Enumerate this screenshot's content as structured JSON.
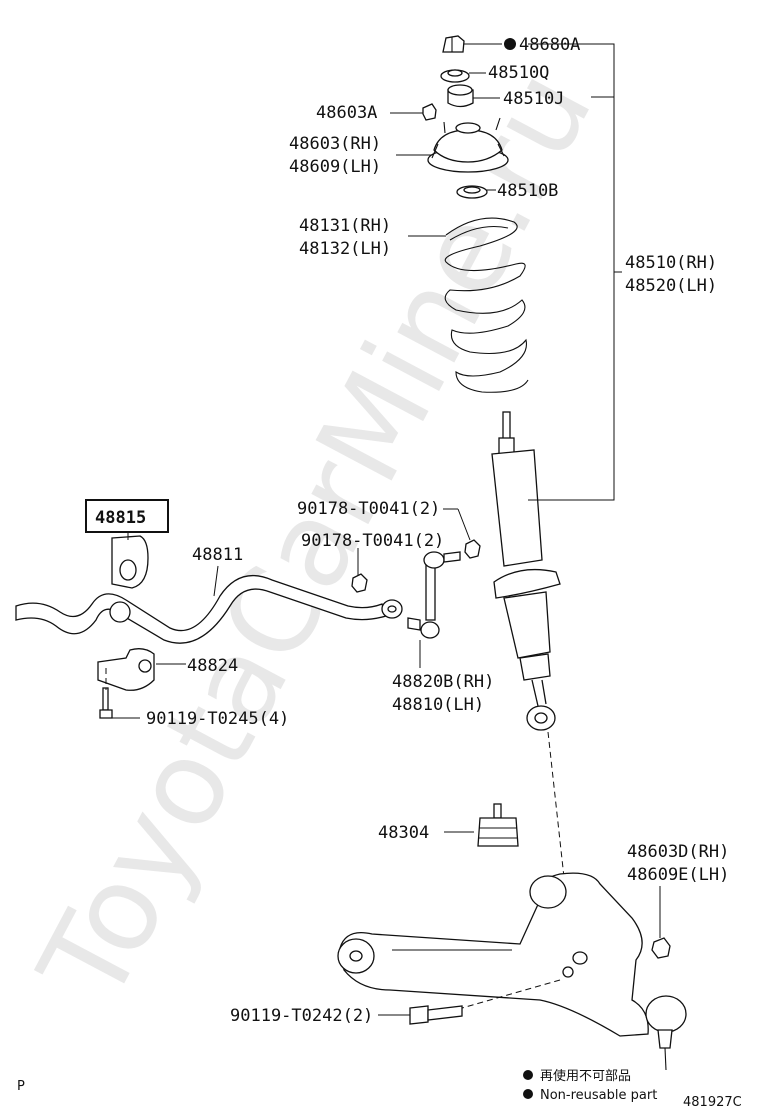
{
  "labels": {
    "p48680A": "48680A",
    "p48510Q": "48510Q",
    "p48510J": "48510J",
    "p48603A": "48603A",
    "p48603RH": "48603(RH)",
    "p48609LH": "48609(LH)",
    "p48510B": "48510B",
    "p48131RH": "48131(RH)",
    "p48132LH": "48132(LH)",
    "p48510RH": "48510(RH)",
    "p48520LH": "48520(LH)",
    "p90178a": "90178-T0041(2)",
    "p90178b": "90178-T0041(2)",
    "p48815": "48815",
    "p48811": "48811",
    "p48824": "48824",
    "p90119_0245": "90119-T0245(4)",
    "p48820B": "48820B(RH)",
    "p48810": "48810(LH)",
    "p48304": "48304",
    "p48603D": "48603D(RH)",
    "p48609E": "48609E(LH)",
    "p90119_0242": "90119-T0242(2)"
  },
  "legend": {
    "nonreusable_jp": "再使用不可部品",
    "nonreusable_en": "Non-reusable part",
    "bullet_icon": "filled-circle"
  },
  "footer": {
    "page_mark": "P",
    "figure_id": "481927C"
  },
  "watermark": "ToyotaCarMine.ru"
}
